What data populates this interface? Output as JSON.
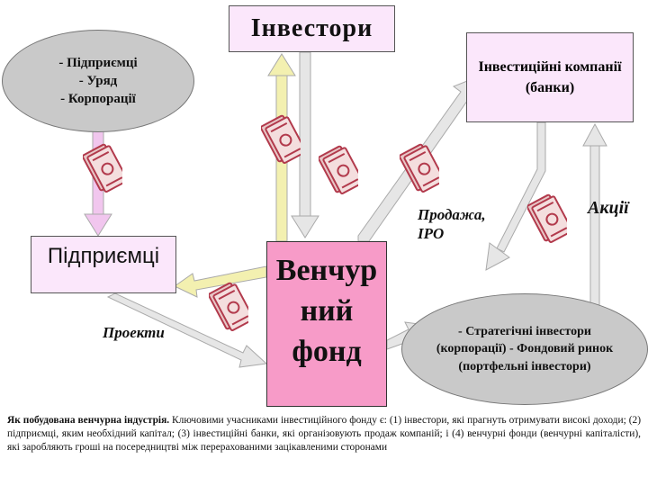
{
  "investors": {
    "label": "Інвестори"
  },
  "banks": {
    "label": "Інвестиційні компанії (банки)"
  },
  "left_ellipse": {
    "lines": [
      "- Підприємці",
      "- Уряд",
      "- Корпорації"
    ]
  },
  "entrepreneurs": {
    "label": "Підприємці"
  },
  "venture_fund": {
    "lines": [
      "Венчур",
      "ний",
      "фонд"
    ]
  },
  "right_ellipse": {
    "label": "- Стратегічні інвестори (корпорації) - Фондовий ринок (портфельні інвестори)"
  },
  "labels": {
    "sales": "Продажа, IPO",
    "shares": "Акції",
    "projects": "Проекти"
  },
  "caption": {
    "title": "Як побудована венчурна індустрія.",
    "text": " Ключовими учасниками інвестиційного фонду є: (1) інвестори, які прагнуть отримувати високі доходи; (2) підприємці, яким необхідний капітал; (3) інвестиційні банки, які організовують продаж компаній; і (4) венчурні фонди (венчурні капіталісти), які заробляють гроші на посередництві між перерахованими зацікавленими сторонами"
  },
  "colors": {
    "box_fill": "#fbe7fb",
    "fund_fill": "#f79bc8",
    "ellipse_fill": "#c9c9c9",
    "arrow_yellow": "#f3f0b0",
    "arrow_pink": "#f1c6ee",
    "arrow_gray": "#e6e6e6",
    "money_red": "#b23a4c"
  },
  "icons": [
    "money-stack-icon"
  ]
}
